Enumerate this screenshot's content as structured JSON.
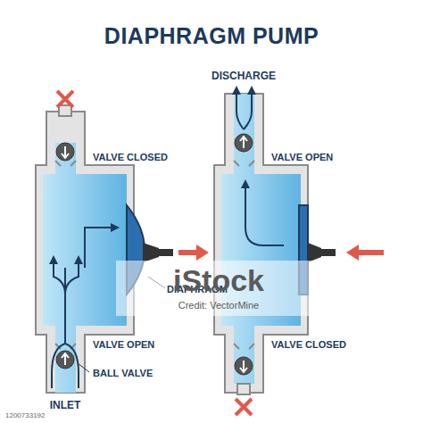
{
  "diagram": {
    "title": "DIAPHRAGM PUMP",
    "labels": [
      "VALVE CLOSED",
      "DIAPHRAGM",
      "VALVE OPEN",
      "BALL VALVE",
      "INLET",
      "DISCHARGE",
      "VALVE OPEN",
      "VALVE CLOSED",
      "iStock",
      "Credit: VectorMine",
      "1200733192"
    ]
  }
}
